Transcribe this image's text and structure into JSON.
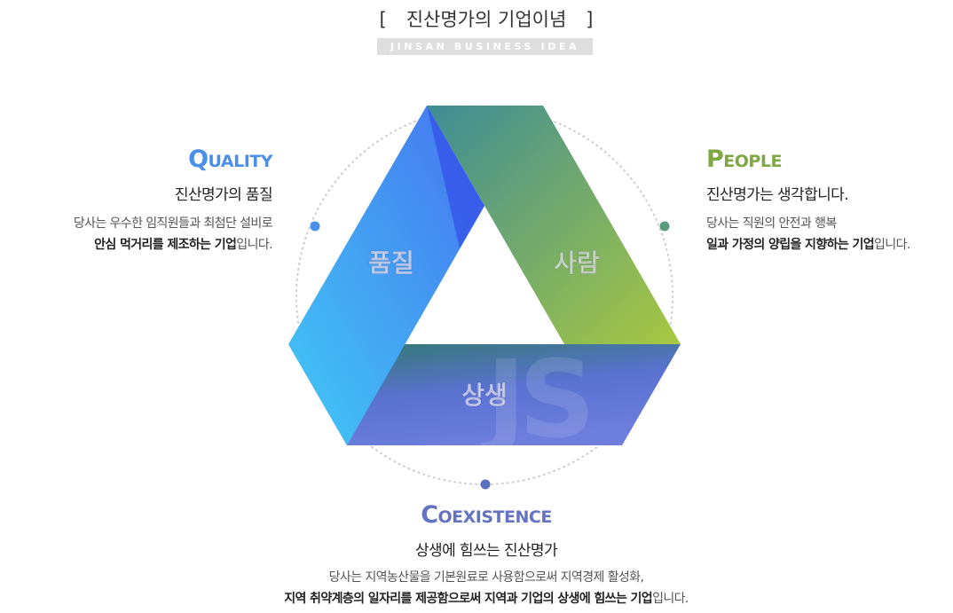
{
  "header": {
    "bracket_open": "[",
    "title": "진산명가의 기업이념",
    "bracket_close": "]",
    "subtitle": "JINSAN BUSINESS IDEA"
  },
  "diagram": {
    "label_quality": "품질",
    "label_people": "사람",
    "label_coexistence": "상생",
    "watermark": "JS",
    "colors": {
      "quality_from": "#41c9f5",
      "quality_to": "#4673f0",
      "people_from": "#3e8c96",
      "people_to": "#a8c840",
      "coexistence_from": "#2f7a6c",
      "coexistence_to": "#6c7ddc",
      "dot_quality": "#4a8fe8",
      "dot_people": "#5a9a7c",
      "dot_coexistence": "#5a6fc0"
    }
  },
  "quality": {
    "head_cap": "Q",
    "head_rest": "UALITY",
    "subtitle": "진산명가의 품질",
    "desc_line1": "당사는 우수한 임직원들과 최첨단 설비로",
    "desc_bold": "안심 먹거리를 제조하는 기업",
    "desc_tail": "입니다."
  },
  "people": {
    "head_cap": "P",
    "head_rest": "EOPLE",
    "subtitle": "진산명가는 생각합니다.",
    "desc_line1": "당사는 직원의 안전과 행복",
    "desc_bold": "일과 가정의 양립을 지향하는 기업",
    "desc_tail": "입니다."
  },
  "coexistence": {
    "head_cap": "C",
    "head_rest": "OEXISTENCE",
    "subtitle": "상생에 힘쓰는 진산명가",
    "desc_line1": "당사는 지역농산물을 기본원료로 사용함으로써 지역경제 활성화,",
    "desc_bold": "지역 취약계층의 일자리를 제공함으로써 지역과 기업의 상생에 힘쓰는 기업",
    "desc_tail": "입니다."
  }
}
